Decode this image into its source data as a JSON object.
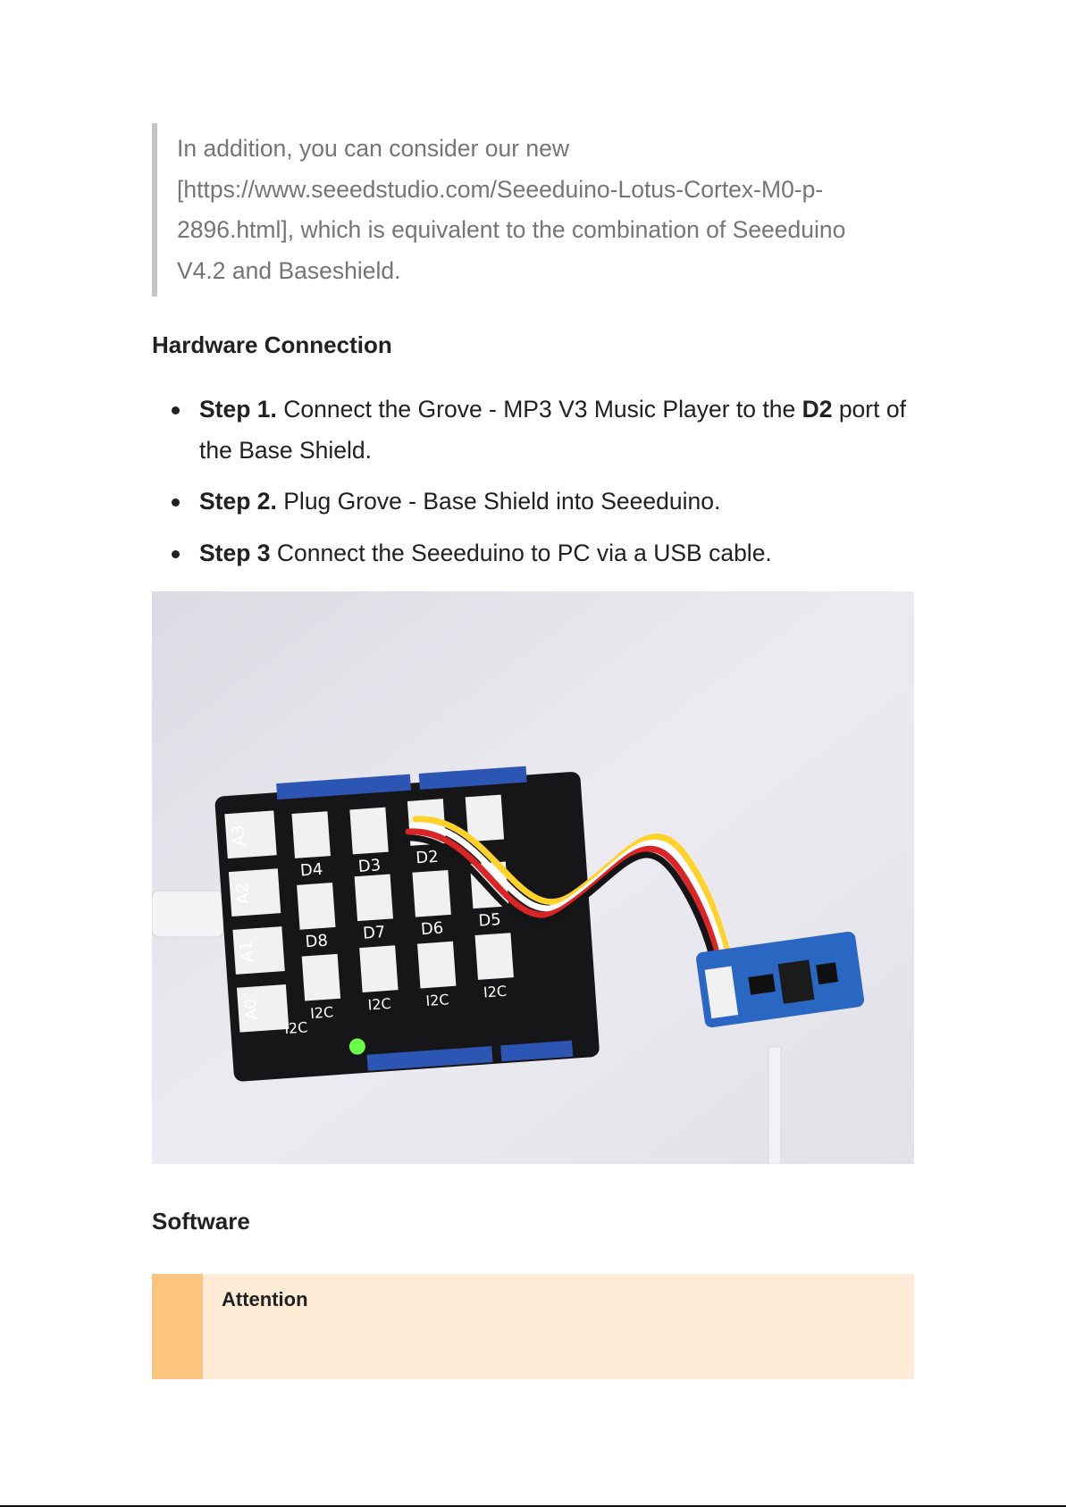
{
  "note": {
    "lines": [
      "In addition, you can consider our new",
      "[https://www.seeedstudio.com/Seeeduino-Lotus-Cortex-M0-p-",
      "2896.html], which is equivalent to the combination of Seeeduino",
      "V4.2 and Baseshield."
    ]
  },
  "hardware": {
    "heading": "Hardware Connection",
    "steps": [
      {
        "label": "Step 1.",
        "text_before": " Connect the Grove - MP3 V3 Music Player to the ",
        "bold_port": "D2",
        "text_after": " port of the Base Shield."
      },
      {
        "label": "Step 2.",
        "text": " Plug Grove - Base Shield into Seeeduino."
      },
      {
        "label": "Step 3",
        "text": " Connect the Seeeduino to PC via a USB cable."
      }
    ]
  },
  "photo": {
    "connector_labels": [
      "A3",
      "A2",
      "A1",
      "A0",
      "D4",
      "D3",
      "D2",
      "D8",
      "D7",
      "D6",
      "D5",
      "I2C",
      "I2C",
      "I2C",
      "I2C",
      "I2C"
    ]
  },
  "software": {
    "heading": "Software"
  },
  "attention": {
    "title": "Attention"
  }
}
